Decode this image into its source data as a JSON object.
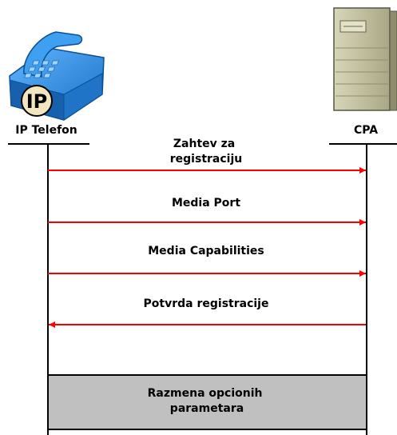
{
  "entities": {
    "left": {
      "label": "IP Telefon",
      "icon": "ip-phone-icon",
      "badge": "IP"
    },
    "right": {
      "label": "CPA",
      "icon": "server-tower-icon"
    }
  },
  "messages": [
    {
      "lines": [
        "Zahtev za",
        "registraciju"
      ],
      "direction": "right"
    },
    {
      "lines": [
        "Media Port"
      ],
      "direction": "right"
    },
    {
      "lines": [
        "Media Capabilities"
      ],
      "direction": "right"
    },
    {
      "lines": [
        "Potvrda registracije"
      ],
      "direction": "left"
    }
  ],
  "phase_box": {
    "lines": [
      "Razmena opcionih",
      "parametara"
    ]
  },
  "colors": {
    "arrow": "#ff0000",
    "phase_box_fill": "#c0c0c0",
    "phone_blue": "#2e8fe0",
    "server_beige": "#c8c6a4"
  }
}
